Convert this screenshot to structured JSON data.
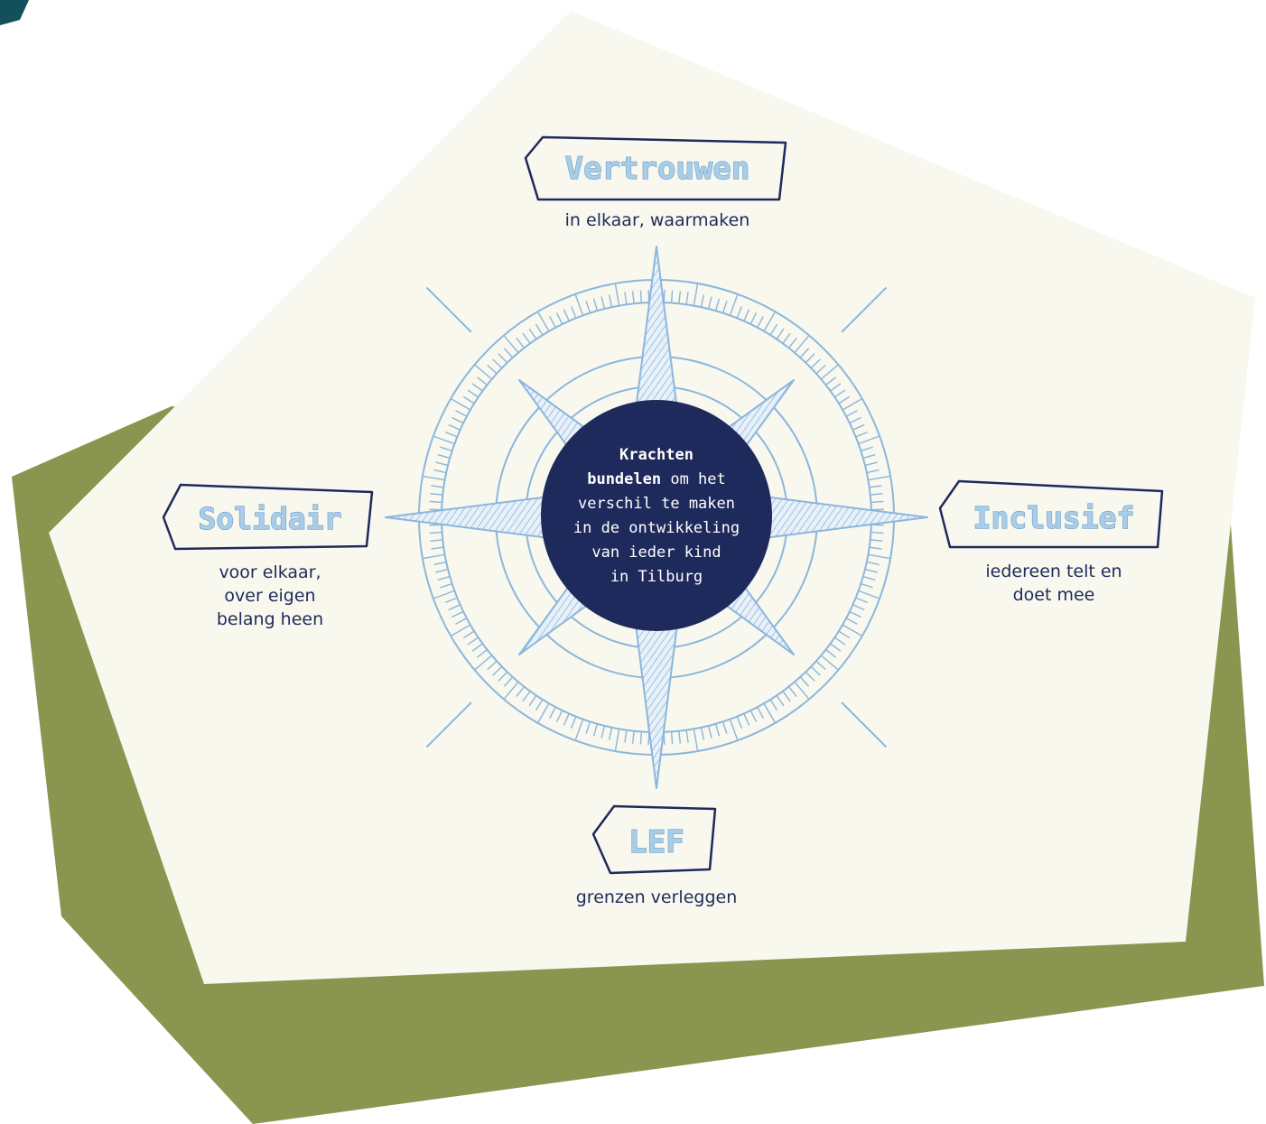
{
  "colors": {
    "background": "#ffffff",
    "olive_shape": "#8a964f",
    "cream_shape": "#f8f8ee",
    "navy": "#1f2a5c",
    "light_blue": "#8cb6dc",
    "title_fill": "#a9cde6",
    "corner_teal": "#14505a"
  },
  "center": {
    "line1": "Krachten",
    "line2_bold": "bundelen",
    "line2_rest": " om het",
    "line3": "verschil te maken",
    "line4": "in de ontwikkeling",
    "line5": "van ieder kind",
    "line6": "in Tilburg"
  },
  "values": {
    "north": {
      "title": "Vertrouwen",
      "desc": [
        "in elkaar, waarmaken"
      ]
    },
    "east": {
      "title": "Inclusief",
      "desc": [
        "iedereen telt en",
        "doet mee"
      ]
    },
    "south": {
      "title": "LEF",
      "desc": [
        "grenzen verleggen"
      ]
    },
    "west": {
      "title": "Solidair",
      "desc": [
        "voor elkaar,",
        "over eigen",
        "belang heen"
      ]
    }
  }
}
